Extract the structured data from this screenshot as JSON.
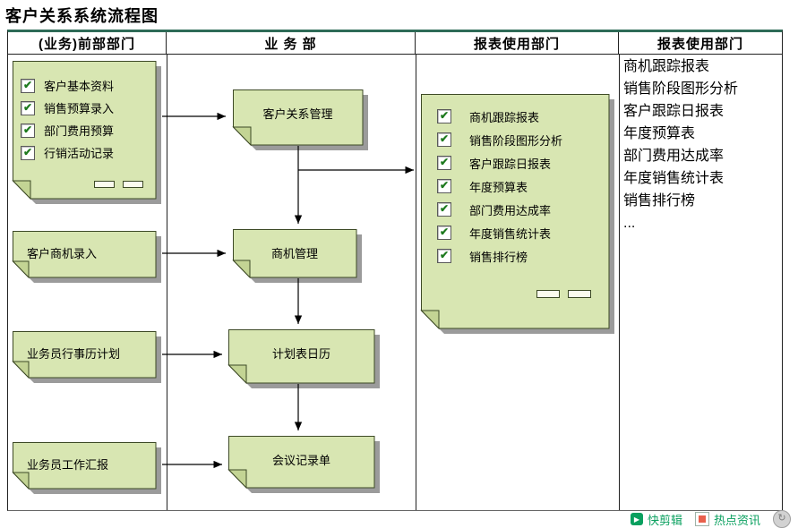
{
  "title": "客户关系系统流程图",
  "header": {
    "col1": "(业务)前部部门",
    "col2": "业 务 部",
    "col3": "报表使用部门",
    "col4": "报表使用部门"
  },
  "col1": {
    "input_note_items": [
      "客户基本资料",
      "销售预算录入",
      "部门费用预算",
      "行销活动记录"
    ],
    "note_opportunity": "客户商机录入",
    "note_schedule": "业务员行事历计划",
    "note_report": "业务员工作汇报"
  },
  "col2": {
    "crm": "客户关系管理",
    "opportunity": "商机管理",
    "calendar": "计划表日历",
    "meeting": "会议记录单"
  },
  "col3": {
    "report_items": [
      "商机跟踪报表",
      "销售阶段图形分析",
      "客户跟踪日报表",
      "年度预算表",
      "部门费用达成率",
      "年度销售统计表",
      "销售排行榜"
    ]
  },
  "col4": {
    "lines": [
      "商机跟踪报表",
      "销售阶段图形分析",
      "客户跟踪日报表",
      "年度预算表",
      "部门费用达成率",
      "年度销售统计表",
      "销售排行榜",
      "..."
    ]
  },
  "taskbar": {
    "quick_clip": "快剪辑",
    "hot_news": "热点资讯"
  },
  "icons": {
    "checkbox": "✔",
    "play": "▶",
    "widget": "↻"
  },
  "colors": {
    "note_fill": "#d8e6b2",
    "note_fold": "#c3d494",
    "note_border": "#3d4a26",
    "note_shadow": "#9b9b9b",
    "table_top": "#2e6b57",
    "accent_green": "#0aa05f"
  }
}
